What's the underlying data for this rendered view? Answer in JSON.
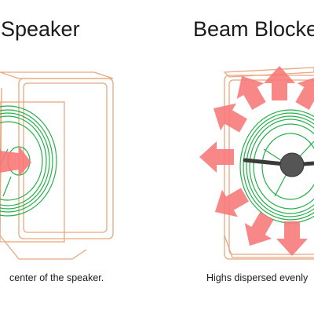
{
  "panels": [
    {
      "title": "Speaker",
      "caption": "center of the speaker."
    },
    {
      "title": "Beam Blocke",
      "caption": "Highs dispersed evenly"
    }
  ],
  "colors": {
    "cabinet_outline": "#e8a77f",
    "driver_lines": "#25b04a",
    "arrow_fill": "#f87878",
    "phase_plug": "#555555",
    "text": "#1a1a1a"
  }
}
